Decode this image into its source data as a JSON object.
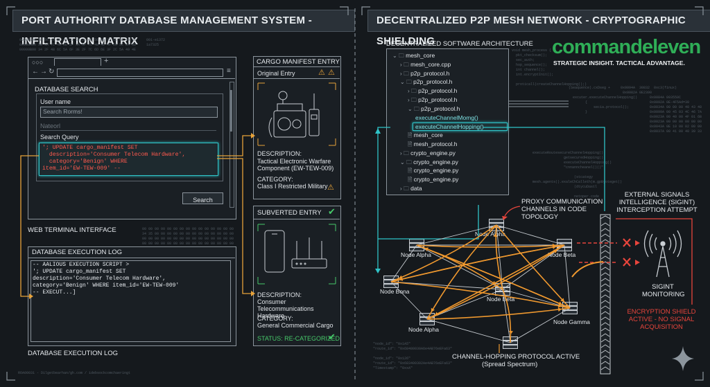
{
  "left_panel": {
    "title": "PORT AUTHORITY DATABASE MANAGEMENT SYSTEM - INFILTRATION MATRIX",
    "database_search": {
      "heading": "DATABASE SEARCH",
      "username_label": "User name",
      "search_placeholder": "Search Rorms!",
      "faded_label": "Nateorl",
      "query_label": "Search Query",
      "query_text": "'; UPDATE cargo_manifest SET\n  description='Consumer Telecom Hardware',\n  category='Benign' WHERE\nitem_id='EW-TEW-009' --",
      "search_button": "Search"
    },
    "terminal_caption": "WEB TERMINAL INTERFACE",
    "execution_log": {
      "heading": "DATABASE EXECUTION LOG",
      "text": "-- AALIOUS EXECUTION SCRIPT >\n'; UPDATE cargo_manifest SET\ndescription='Consumer Telecom Hardware',\ncategory='Benign' WHERE item_id='EW-TEW-009'\n-- EXECUT...]",
      "caption": "DATABASE EXECUTION LOG"
    },
    "original_card": {
      "title": "CARGO MANIFEST ENTRY",
      "subtitle": "Original Entry",
      "description_label": "DESCRIPTION:",
      "description": "Tactical Electronic Warfare Component (EW-TEW-009)",
      "category_label": "CATEGORY:",
      "category": "Class I Restricted Military"
    },
    "subverted_card": {
      "title": "SUBVERTED ENTRY",
      "description_label": "DESCRIPTION:",
      "description": "Consumer Telecommunications Hardware",
      "category_label": "CATEGORY:",
      "category": "General Commercial Cargo",
      "status": "STATUS: RE-CATEGORIZED"
    }
  },
  "right_panel": {
    "title": "DECENTRALIZED P2P MESH NETWORK - CRYPTOGRAPHIC SHIELDING",
    "logo_name": "commandeleven",
    "logo_tagline": "STRATEGIC INSIGHT. TACTICAL ADVANTAGE.",
    "architecture": {
      "heading": "DECENTRALIZED SOFTWARE ARCHITECTURE",
      "items": [
        {
          "label": "mesh_core",
          "type": "folder",
          "level": 0
        },
        {
          "label": "mesh_core.cpp",
          "type": "folder",
          "level": 1
        },
        {
          "label": "p2p_protocol.h",
          "type": "folder",
          "level": 1
        },
        {
          "label": "p2p_protocol.h",
          "type": "folder",
          "level": 1
        },
        {
          "label": "p2p_protocol.h",
          "type": "folder",
          "level": 2
        },
        {
          "label": "p2p_protocol.h",
          "type": "folder",
          "level": 2
        },
        {
          "label": "p2p_protocol.h",
          "type": "folder",
          "level": 2
        },
        {
          "label": "executeChannelMomg()",
          "type": "func",
          "level": 3
        },
        {
          "label": "executeChannelHopping()",
          "type": "func-hl",
          "level": 3
        },
        {
          "label": "mesh_core",
          "type": "file",
          "level": 2
        },
        {
          "label": "mesh_protocol.h",
          "type": "file",
          "level": 2
        },
        {
          "label": "crypto_engine.py",
          "type": "folder",
          "level": 1
        },
        {
          "label": "crypto_engine.py",
          "type": "folder",
          "level": 1
        },
        {
          "label": "crypto_engine.py",
          "type": "file",
          "level": 2
        },
        {
          "label": "crypto_engine.py",
          "type": "file",
          "level": 2
        },
        {
          "label": "data",
          "type": "folder",
          "level": 1
        }
      ]
    },
    "proxy_note": "PROXY COMMUNICATION CHANNELS IN CODE TOPOLOGY",
    "nodes": [
      "Node Alpha",
      "Node Alpha",
      "Node Beta",
      "Node Bona",
      "Node Beta",
      "Node Alpha",
      "Node Gamma"
    ],
    "channel_note_1": "CHANNEL-HOPPING PROTOCOL ACTIVE",
    "channel_note_2": "(Spread Spectrum)",
    "sigint_title": "EXTERNAL SIGNALS INTELLIGENCE (SIGINT) INTERCEPTION ATTEMPT",
    "sigint_label": "SIGINT MONITORING",
    "shield_status": "ENCRYPTION SHIELD ACTIVE - NO SIGNAL ACQUISITION"
  }
}
